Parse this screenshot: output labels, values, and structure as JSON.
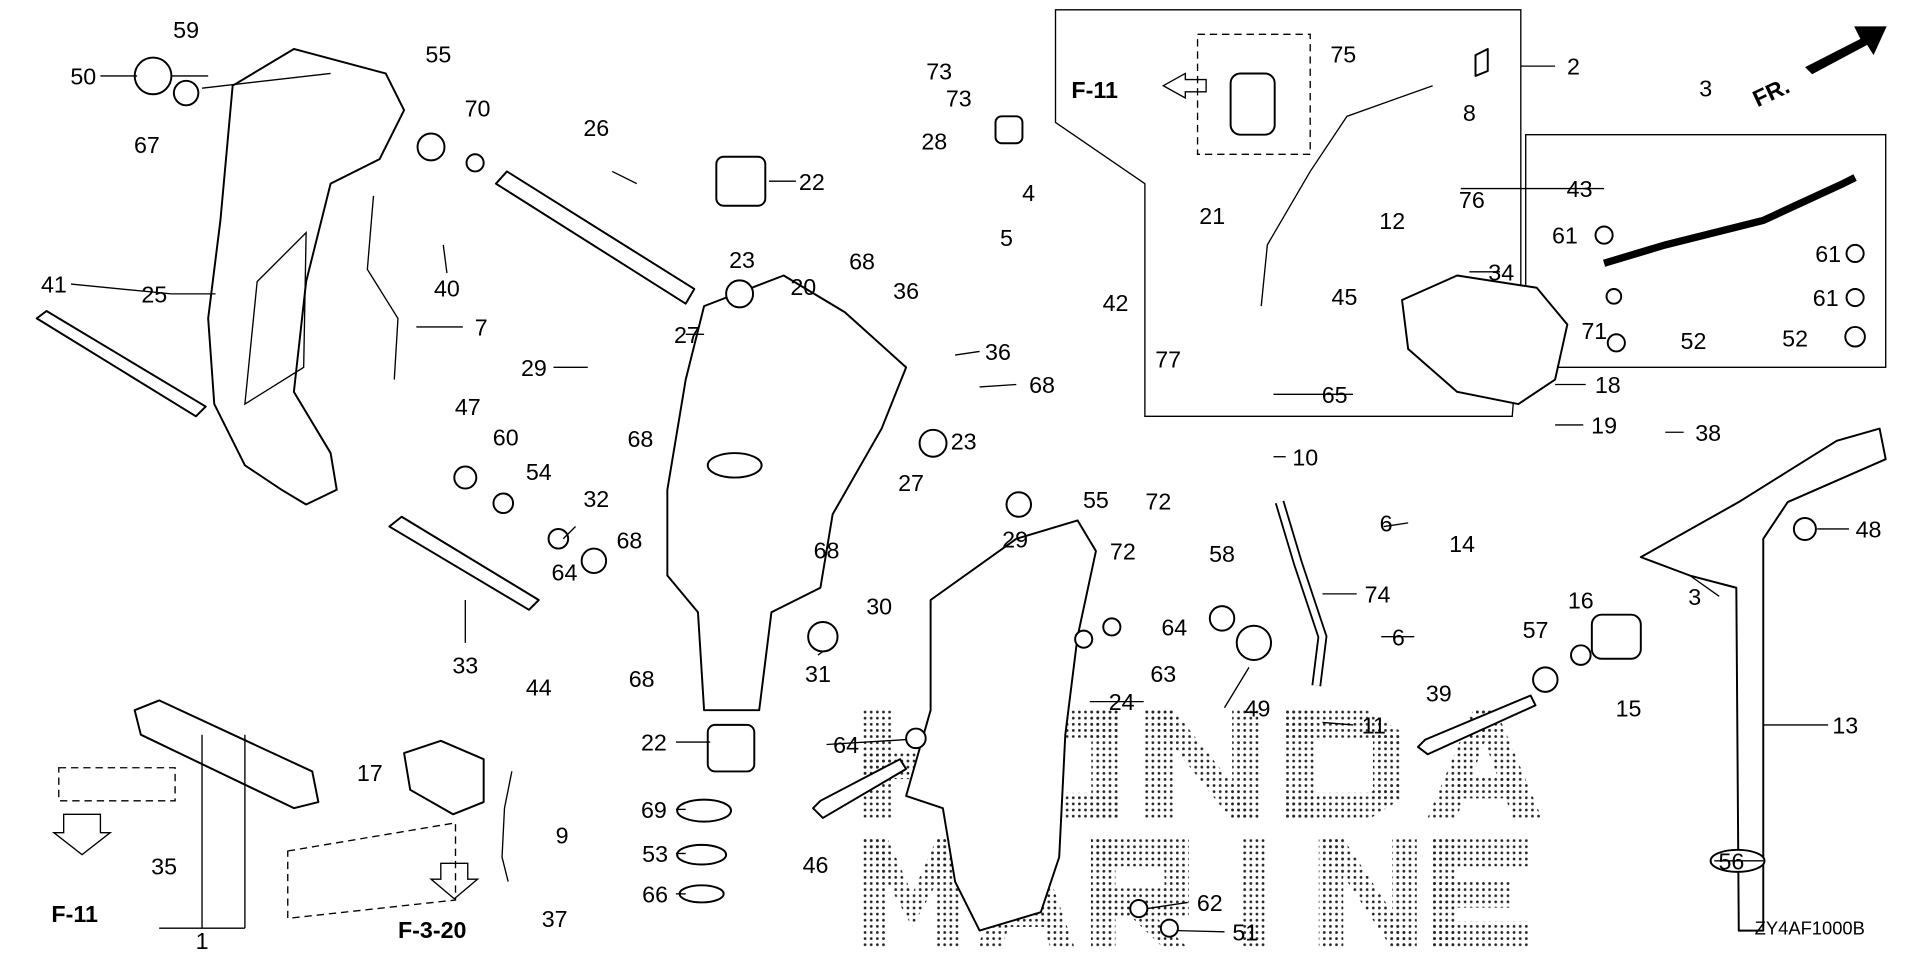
{
  "diagram": {
    "watermark": "HONDA MARINE",
    "diagram_code": "ZY4AF1000B",
    "direction_label": "FR.",
    "reference_labels": [
      "F-11",
      "F-11",
      "F-3-20"
    ],
    "part_labels": [
      "50",
      "59",
      "55",
      "70",
      "26",
      "22",
      "67",
      "73",
      "73",
      "28",
      "75",
      "2",
      "8",
      "3",
      "43",
      "61",
      "4",
      "5",
      "12",
      "76",
      "21",
      "41",
      "25",
      "7",
      "40",
      "23",
      "20",
      "68",
      "36",
      "42",
      "34",
      "61",
      "61",
      "71",
      "52",
      "52",
      "45",
      "77",
      "29",
      "27",
      "36",
      "68",
      "65",
      "18",
      "19",
      "10",
      "38",
      "47",
      "60",
      "54",
      "32",
      "68",
      "23",
      "27",
      "55",
      "72",
      "29",
      "6",
      "14",
      "48",
      "68",
      "64",
      "33",
      "68",
      "30",
      "58",
      "72",
      "64",
      "74",
      "6",
      "16",
      "57",
      "15",
      "3",
      "31",
      "68",
      "63",
      "24",
      "49",
      "11",
      "39",
      "13",
      "44",
      "22",
      "64",
      "17",
      "69",
      "9",
      "46",
      "53",
      "35",
      "56",
      "66",
      "1",
      "37",
      "62",
      "51"
    ]
  }
}
